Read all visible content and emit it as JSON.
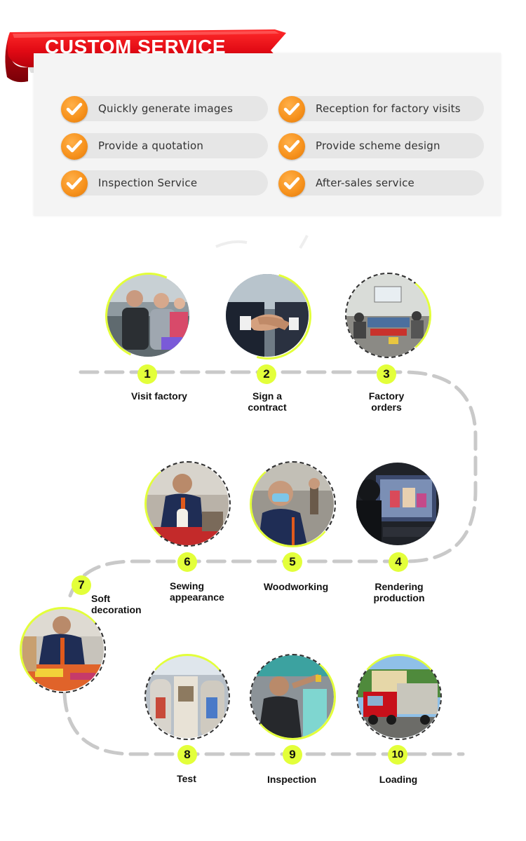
{
  "banner": {
    "title": "CUSTOM SERVICE"
  },
  "colors": {
    "accent_red": "#e4101e",
    "check_orange": "#f7931e",
    "step_yellow": "#e3ff3a",
    "path_gray": "#c9c9c9"
  },
  "services": [
    {
      "label": "Quickly generate images",
      "icon": "check-icon"
    },
    {
      "label": "Reception for factory visits",
      "icon": "check-icon"
    },
    {
      "label": "Provide a quotation",
      "icon": "check-icon"
    },
    {
      "label": "Provide scheme design",
      "icon": "check-icon"
    },
    {
      "label": "Inspection Service",
      "icon": "check-icon"
    },
    {
      "label": "After-sales service",
      "icon": "check-icon"
    }
  ],
  "steps": [
    {
      "number": "1",
      "label": "Visit factory"
    },
    {
      "number": "2",
      "label": "Sign a\ncontract"
    },
    {
      "number": "3",
      "label": "Factory\norders"
    },
    {
      "number": "4",
      "label": "Rendering\nproduction"
    },
    {
      "number": "5",
      "label": "Woodworking"
    },
    {
      "number": "6",
      "label": "Sewing\nappearance"
    },
    {
      "number": "7",
      "label": "Soft\ndecoration"
    },
    {
      "number": "8",
      "label": "Test"
    },
    {
      "number": "9",
      "label": "Inspection"
    },
    {
      "number": "10",
      "label": "Loading"
    }
  ]
}
